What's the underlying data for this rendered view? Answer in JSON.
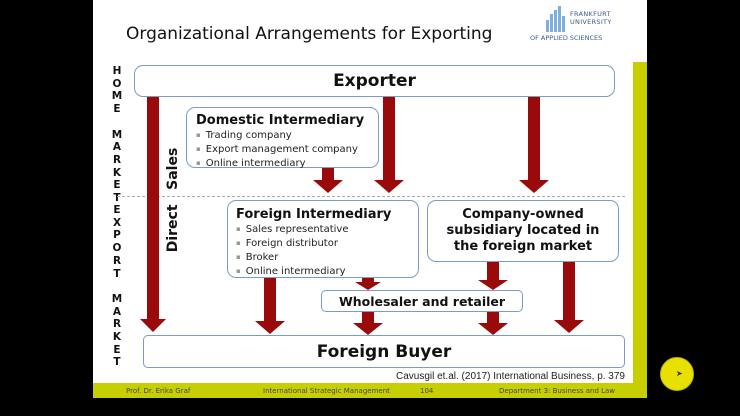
{
  "slide": {
    "title": "Organizational Arrangements for Exporting",
    "logo": {
      "line1": "FRANKFURT",
      "line2": "UNIVERSITY",
      "line3": "OF APPLIED SCIENCES"
    },
    "side_labels": {
      "home_market": [
        "H",
        "O",
        "M",
        "E",
        "",
        "M",
        "A",
        "R",
        "K",
        "E",
        "T"
      ],
      "export_market": [
        "E",
        "X",
        "P",
        "O",
        "R",
        "T",
        "",
        "M",
        "A",
        "R",
        "K",
        "E",
        "T"
      ]
    },
    "exporter": "Exporter",
    "domestic": {
      "title": "Domestic Intermediary",
      "items": [
        "Trading company",
        "Export management company",
        "Online intermediary"
      ]
    },
    "foreign": {
      "title": "Foreign Intermediary",
      "items": [
        "Sales representative",
        "Foreign distributor",
        "Broker",
        "Online intermediary"
      ]
    },
    "subsidiary": "Company-owned subsidiary located in the foreign market",
    "wholesaler": "Wholesaler and retailer",
    "direct_sales": "Direct   Sales",
    "buyer": "Foreign Buyer",
    "citation": "Cavusgil et.al. (2017) International Business, p. 379"
  },
  "footer": {
    "author": "Prof. Dr. Erika Graf",
    "course": "International Strategic Management",
    "page": "104",
    "department": "Department 3:  Business and Law"
  },
  "colors": {
    "arrow": "#9b0a0a",
    "accent": "#c8cf00",
    "box_border": "#7a9cc9"
  }
}
